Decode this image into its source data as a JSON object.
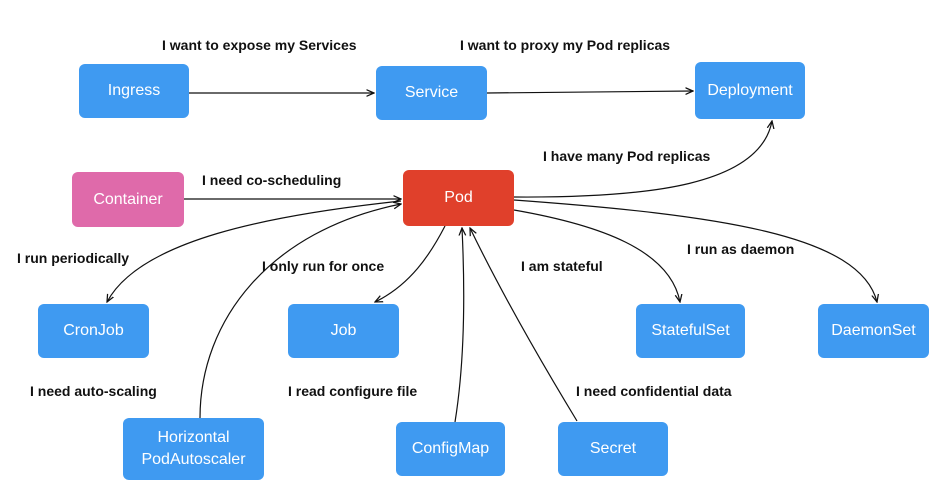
{
  "colors": {
    "node_default": "#3f9af1",
    "container": "#df6aaa",
    "pod": "#e0402b",
    "edge": "#111111",
    "label_text": "#111111"
  },
  "nodes": {
    "ingress": "Ingress",
    "service": "Service",
    "deployment": "Deployment",
    "container": "Container",
    "pod": "Pod",
    "cronjob": "CronJob",
    "job": "Job",
    "statefulset": "StatefulSet",
    "daemonset": "DaemonSet",
    "hpa": "Horizontal\nPodAutoscaler",
    "configmap": "ConfigMap",
    "secret": "Secret"
  },
  "labels": {
    "expose": "I want to expose my Services",
    "proxy": "I want to proxy my Pod replicas",
    "replicas": "I have many Pod replicas",
    "cosched": "I need co-scheduling",
    "periodic": "I run periodically",
    "once": "I only run for once",
    "stateful": "I am stateful",
    "daemon": "I run as daemon",
    "autoscale": "I need auto-scaling",
    "config": "I read configure file",
    "secret": "I need confidential data"
  }
}
